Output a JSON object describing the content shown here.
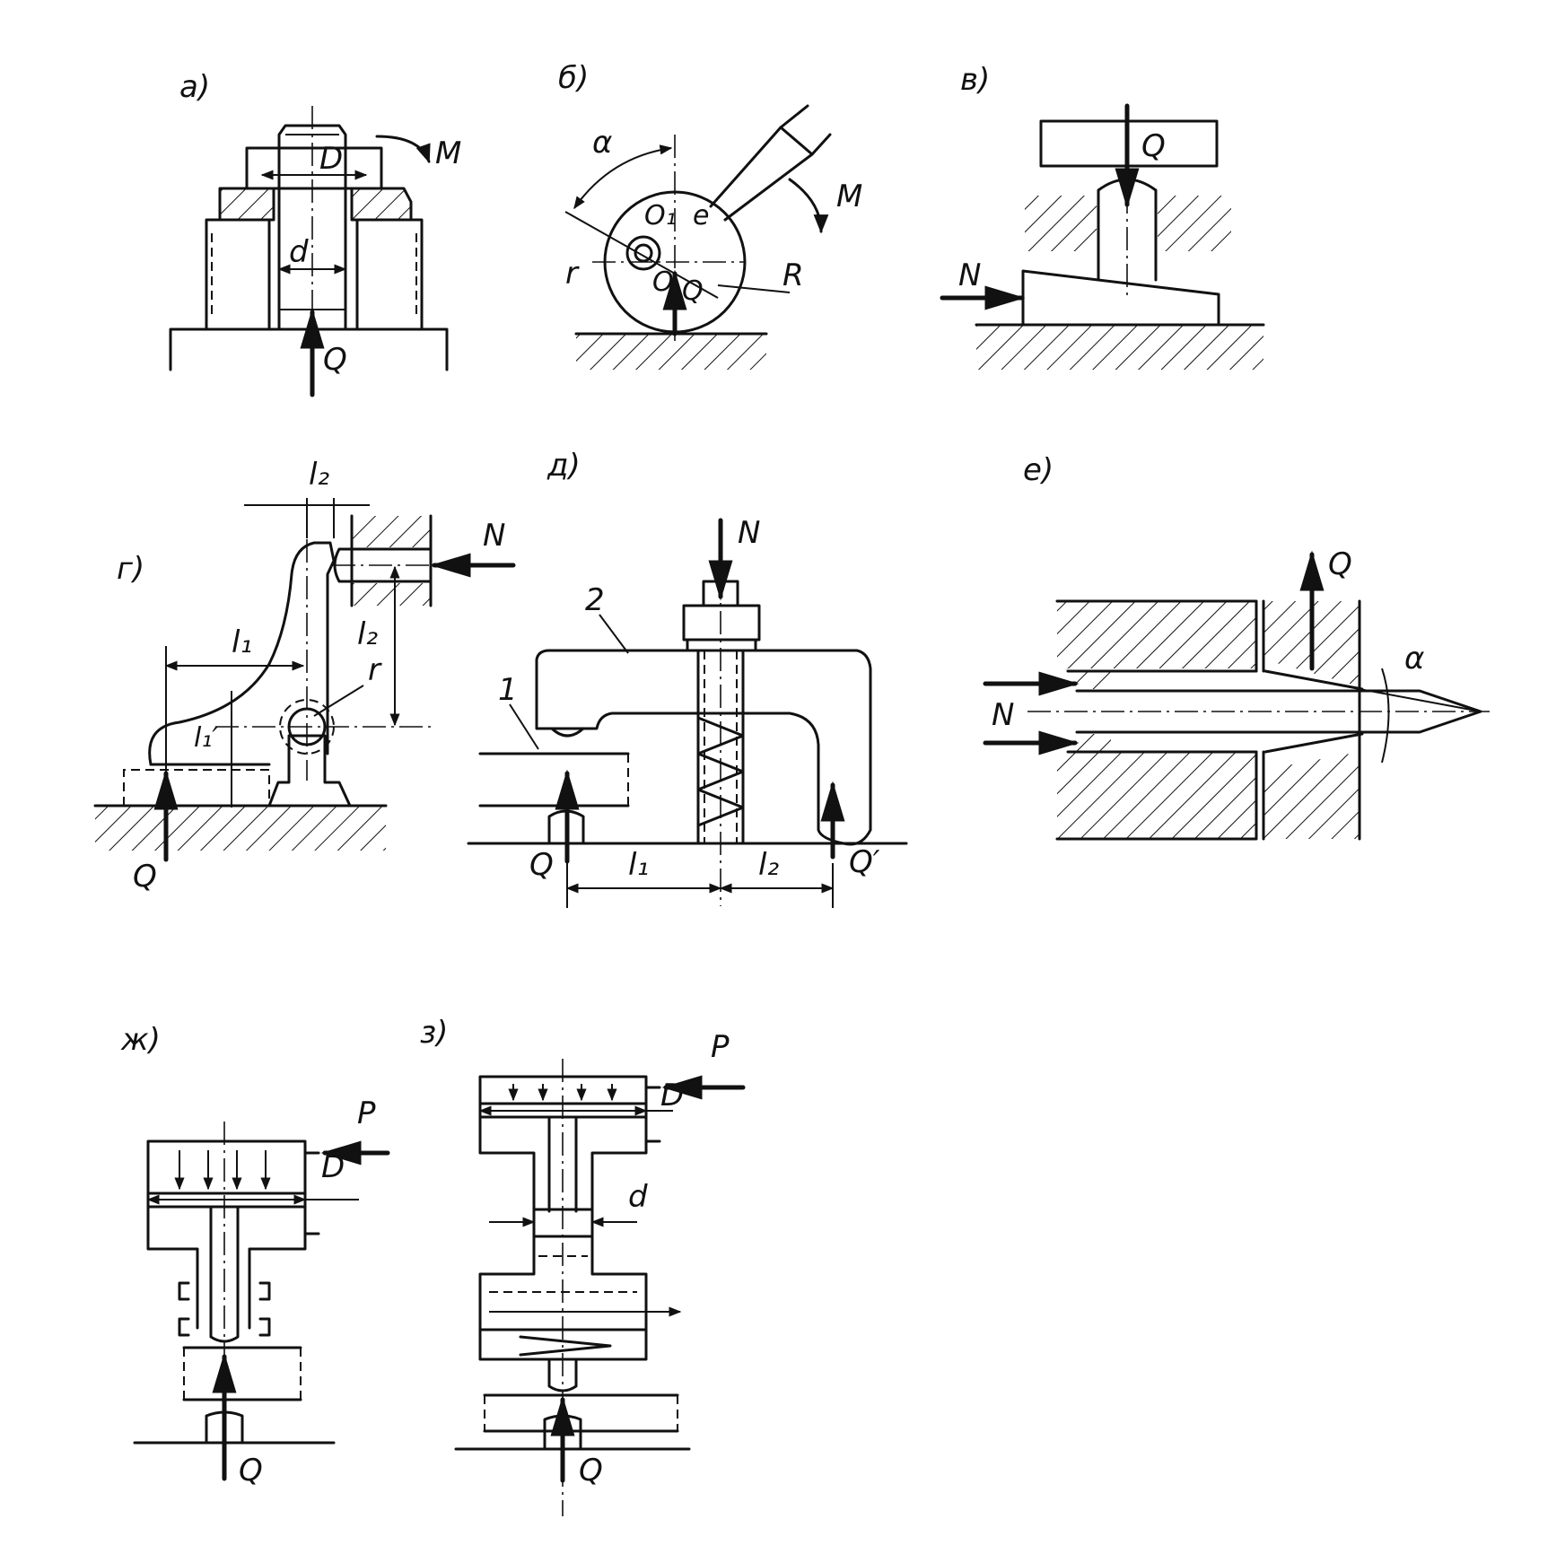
{
  "panels": {
    "a": {
      "label": "а)",
      "D": "D",
      "d": "d",
      "M": "M",
      "Q": "Q"
    },
    "b": {
      "label": "б)",
      "alpha": "α",
      "O1": "O₁",
      "e": "e",
      "r": "r",
      "O": "O",
      "Q": "Q",
      "R": "R",
      "M": "M"
    },
    "v": {
      "label": "в)",
      "Q": "Q",
      "N": "N"
    },
    "g": {
      "label": "г)",
      "l2_top": "l₂",
      "N": "N",
      "l1": "l₁",
      "r": "r",
      "l2_side": "l₂",
      "l1_prime": "l₁′",
      "Q": "Q"
    },
    "d": {
      "label": "д)",
      "N": "N",
      "n2": "2",
      "n1": "1",
      "Q": "Q",
      "l1": "l₁",
      "l2": "l₂",
      "Q_prime": "Q′"
    },
    "e": {
      "label": "е)",
      "Q": "Q",
      "N": "N",
      "alpha": "α"
    },
    "zh": {
      "label": "ж)",
      "P": "P",
      "D": "D",
      "Q": "Q"
    },
    "z": {
      "label": "з)",
      "P": "P",
      "D": "D",
      "d": "d",
      "Q": "Q"
    }
  }
}
